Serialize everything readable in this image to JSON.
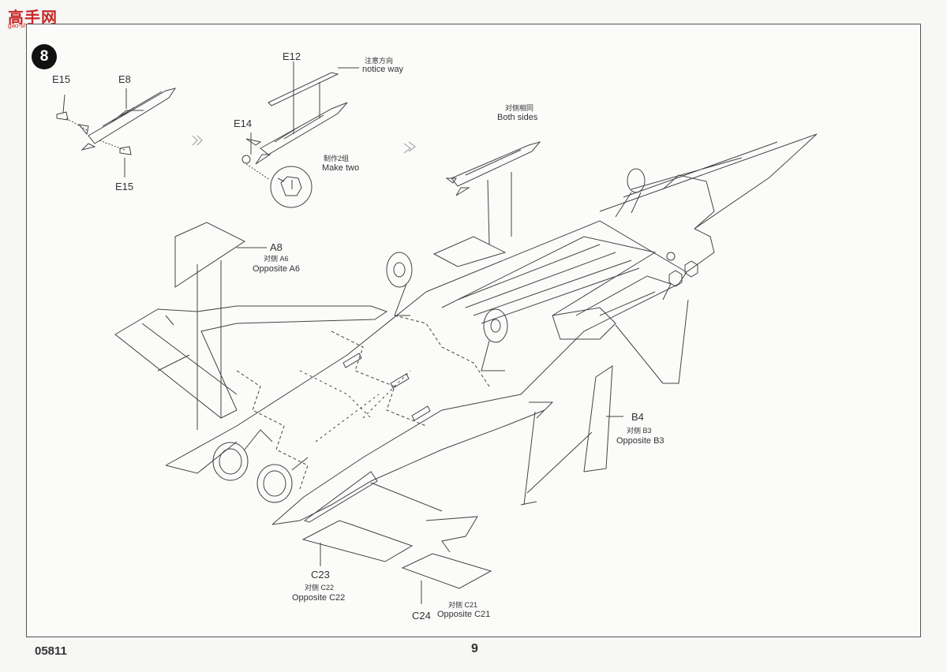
{
  "watermark": {
    "main": "高手网",
    "sub": "gao-shou.com"
  },
  "step": {
    "number": "8"
  },
  "footer": {
    "kit_code": "05811",
    "page_number": "9"
  },
  "callouts": {
    "e15_top": "E15",
    "e8": "E8",
    "e15_bottom": "E15",
    "e12": "E12",
    "notice_cn": "注意方向",
    "notice_en": "notice way",
    "e14": "E14",
    "make_two_cn": "制作2组",
    "make_two_en": "Make two",
    "both_sides_cn": "对侧相同",
    "both_sides_en": "Both sides",
    "a8": "A8",
    "a8_opp_cn": "对侧 A6",
    "a8_opp_en": "Opposite A6",
    "b4": "B4",
    "b4_opp_cn": "对侧 B3",
    "b4_opp_en": "Opposite B3",
    "c23": "C23",
    "c23_opp_cn": "对侧 C22",
    "c23_opp_en": "Opposite C22",
    "c24": "C24",
    "c24_opp_cn": "对侧 C21",
    "c24_opp_en": "Opposite C21"
  },
  "colors": {
    "line": "#444444",
    "watermark": "#c62828",
    "badge": "#111111"
  }
}
